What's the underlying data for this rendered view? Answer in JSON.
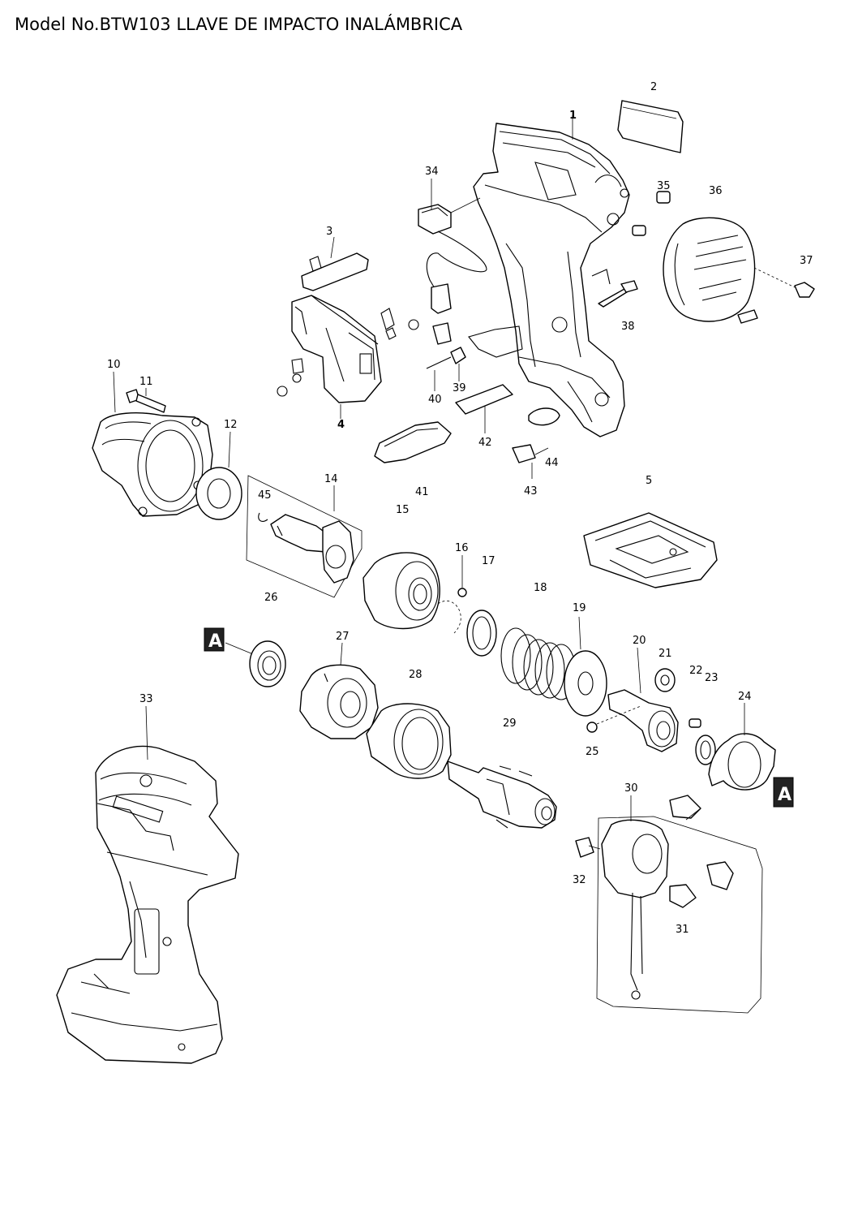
{
  "title": "Model No.BTW103 LLAVE DE IMPACTO INALÁMBRICA",
  "labels": {
    "l1": "1",
    "l2": "2",
    "l3": "3",
    "l4": "4",
    "l5": "5",
    "l10": "10",
    "l11": "11",
    "l12": "12",
    "l14": "14",
    "l15": "15",
    "l16": "16",
    "l17": "17",
    "l18": "18",
    "l19": "19",
    "l20": "20",
    "l21": "21",
    "l22": "22",
    "l23": "23",
    "l24": "24",
    "l25": "25",
    "l26": "26",
    "l27": "27",
    "l28": "28",
    "l29": "29",
    "l30": "30",
    "l31": "31",
    "l32": "32",
    "l33": "33",
    "l34": "34",
    "l35": "35",
    "l36": "36",
    "l37": "37",
    "l38": "38",
    "l39": "39",
    "l40": "40",
    "l41": "41",
    "l42": "42",
    "l43": "43",
    "l44": "44",
    "l45": "45"
  },
  "reference_marker": "A"
}
